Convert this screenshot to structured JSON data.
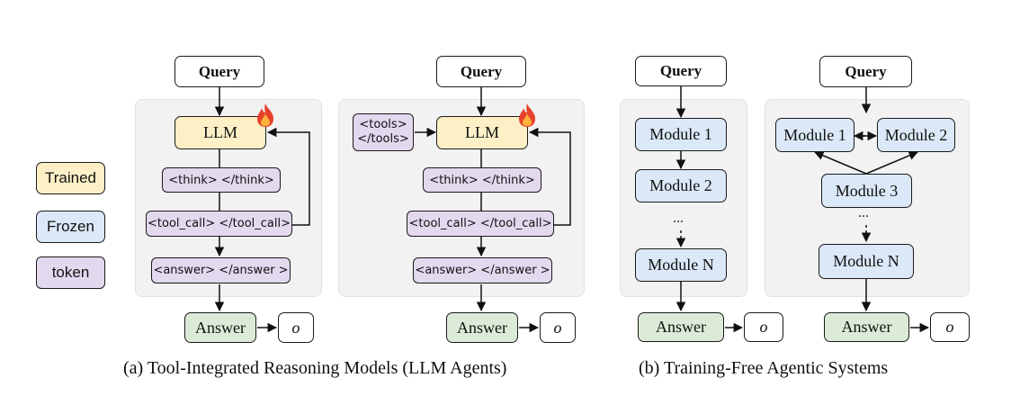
{
  "legend": {
    "trained": "Trained",
    "frozen": "Frozen",
    "token": "token"
  },
  "panel_a1": {
    "query": "Query",
    "llm": "LLM",
    "think": "<think> </think>",
    "tool_call": "<tool_call> </tool_call>",
    "answer_tag": "<answer> </answer >",
    "answer": "Answer",
    "output": "o"
  },
  "panel_a2": {
    "query": "Query",
    "tools_open": "<tools>",
    "tools_close": "</tools>",
    "llm": "LLM",
    "think": "<think> </think>",
    "tool_call": "<tool_call> </tool_call>",
    "answer_tag": "<answer> </answer >",
    "answer": "Answer",
    "output": "o"
  },
  "panel_b1": {
    "query": "Query",
    "module1": "Module 1",
    "module2": "Module 2",
    "ellipsis": "...",
    "moduleN": "Module N",
    "answer": "Answer",
    "output": "o"
  },
  "panel_b2": {
    "query": "Query",
    "module1": "Module 1",
    "module2": "Module 2",
    "module3": "Module 3",
    "ellipsis": "...",
    "moduleN": "Module N",
    "answer": "Answer",
    "output": "o"
  },
  "captions": {
    "a": "(a) Tool-Integrated Reasoning Models (LLM Agents)",
    "b": "(b) Training-Free Agentic Systems"
  },
  "colors": {
    "trained": "#fdf0c6",
    "frozen": "#dbe8f7",
    "token": "#e3d9ee",
    "answer": "#dcebd7",
    "panel": "#f2f2f2"
  },
  "icons": {
    "trained_marker": "fire-icon"
  }
}
